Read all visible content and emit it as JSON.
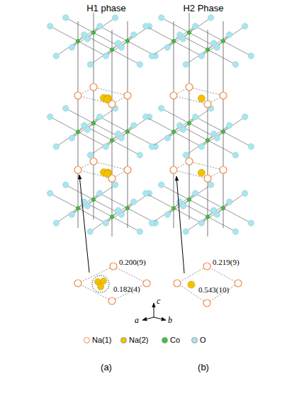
{
  "diagram": {
    "labels": [
      "H1 phase",
      "H2 Phase",
      "0.200(9)",
      "0.182(4)",
      "0.219(9)",
      "0.543(10)",
      "c",
      "a",
      "b",
      "(a)",
      "(b)"
    ],
    "legend": [
      {
        "text": "Na(1)"
      },
      {
        "text": "Na(2)",
        "color": "#f2c200"
      },
      {
        "text": "Co",
        "color": "#39c43a"
      },
      {
        "text": "O",
        "color": "#a9e6ee"
      }
    ]
  }
}
